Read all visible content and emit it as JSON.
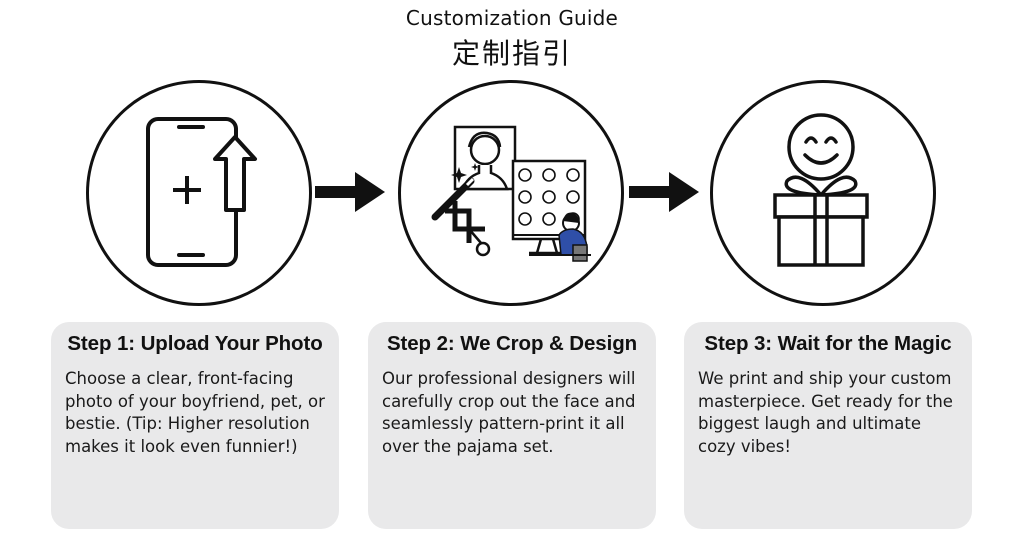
{
  "header": {
    "title": "Customization Guide",
    "subtitle": "定制指引"
  },
  "steps": [
    {
      "title": "Step 1: Upload Your Photo",
      "body": "Choose a clear, front-facing photo of your boyfriend, pet, or bestie. (Tip: Higher resolution makes it look even funnier!)",
      "icon": "phone-upload-icon"
    },
    {
      "title": "Step 2: We Crop & Design",
      "body": "Our professional designers will carefully crop out the face and seamlessly pattern-print it all over the pajama set.",
      "icon": "crop-design-icon"
    },
    {
      "title": "Step 3: Wait for the Magic",
      "body": "We print and ship your custom masterpiece. Get ready for the biggest laugh and ultimate cozy vibes!",
      "icon": "smiley-gift-icon"
    }
  ],
  "colors": {
    "ink": "#111111",
    "card_background": "#e9e9ea",
    "accent_blue": "#2f4fa8"
  }
}
